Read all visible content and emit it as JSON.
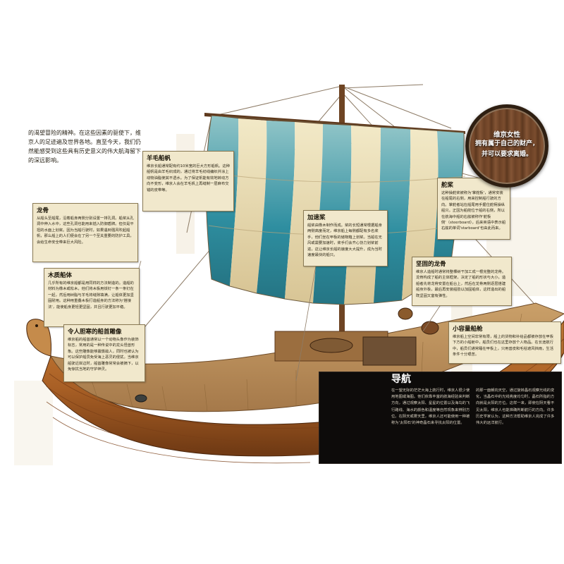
{
  "intro_text": "的渴望冒险的精神。在这些因素的驱使下，维京人的足迹遍及世界各地。直至今天，我们仍然能感受到这些具有历史意义的伟大航海留下的深远影响。",
  "callouts": [
    {
      "id": "sail",
      "title": "羊毛船帆",
      "body": "维京长船通常配有约10米宽的巨大方形船帆。这种船帆是由羊毛织成的，通过将羊毛纺线编织并涂上动物油脂使其不透水。为了保证帆能有效地转动方向不变形，维京人会在羊毛帆上再缝制一层麻布交错的皮带等。"
    },
    {
      "id": "keel",
      "title": "龙骨",
      "body": "从船头至船尾，沿着船身两侧分别设置一排孔洞。船桨从孔洞中伸入水中，这些孔洞也能用来插入防御盾牌。但仅是平坦的水面上划桨。因为当船行驶时，如果遇到强风吹起船帆，那么船上的人们便会在了另一个至关重要的防护工具，会给生命安全带来巨大风险。"
    },
    {
      "id": "hull",
      "title": "木质船体",
      "body": "几乎所有的维京船都是用同样的方法制造的。造船的材料为橡木或松木，他们将木板用铁钉一条一条钉在一起，然后用树脂与羊毛将缝隙填满，让船体更加坚固耐用。这种用重叠木板打造船身的方法称为'搭接法'，能使船身更轻更坚固，并且行驶更加平稳。"
    },
    {
      "id": "hold",
      "title": "令人胆寒的船首雕像",
      "body": "维京船的船首通常以一个动物头像作为装饰标志，常用的是一种传说中的龙头怪兽形象。这些雕像能够震慑敌人，同时也被认为可以保护船员免受海上恶灵的侵扰。当维京船驶近岸边时，船首雕像常常会被摘下，以免惊扰当地的守护神灵。"
    },
    {
      "id": "crew",
      "title": "加速桨",
      "body": "船桨由橡木制作而成。桨的长短通常根据船身两侧高度而定，维京船上每侧都配有多名桨手，他们坐在甲板的储物箱上划桨。当船在无风或需要加速时，桨手们会齐心协力划桨前进，这让维京长船的速度大大提升，成为当时速度最快的船只。"
    },
    {
      "id": "rudder",
      "title": "舵桨",
      "body": "这种操舵桨被称为'掌舵板'，通常安装在船尾的右侧，用来控制船行驶的方向。掌舵者站在船尾用手握住舵柄操纵船只。正因为船舵位于船的右侧，所以在航海中船的右舷被称作'舵板侧'（steerboard），后来英语中表示船右舷的单词'starboard'也由此而来。"
    },
    {
      "id": "frame",
      "title": "坚固的龙骨",
      "body": "维京人造船时通常将整棵树干加工成一根完整的龙骨。龙骨构成了船的主体框架，决定了船的形状与大小。造船者先将龙骨安置在船台上，然后在龙骨两侧逐层搭建船身外板，最后再安装船肋以加固船体，这样造出的船既坚固又富有弹性。"
    },
    {
      "id": "cargo",
      "title": "小容量船舱",
      "body": "维京船上空间非常有限，船上的货物和补给品都被存放在甲板下方的小船舱中，船员们也在这里存放个人物品。在长途航行中，船员们通常睡在甲板上，只用兽皮和毛毯遮风挡雨，生活条件十分艰苦。"
    }
  ],
  "badge": {
    "line1": "维京女性",
    "line2": "拥有属于自己的财产，",
    "line3": "并可以要求离婚。"
  },
  "navigation": {
    "title": "导航",
    "col1": "在一望无际的茫茫大海上航行时，维京人很少使用地图或海图。他们依靠丰富的航海经验来判断方向，通过观察太阳、星星的位置以及海鸟的飞行路线、海水的颜色和温度等自然现象来辨别方位。在阴天或雾天里，维京人还可能使用一种被称为'太阳石'的神奇晶石来寻找太阳的位置。",
    "col2": "的那一面朝向天空，通过旋转晶石观察光线的变化，当晶石中的光线亮度均匀时，晶石所指的方向就是太阳的方位。这样一来，即使在阴天看不见太阳，维京人也能准确判断航行的方向。许多历史学家认为，这种方法帮助维京人完成了许多伟大的远洋航行。"
  }
}
